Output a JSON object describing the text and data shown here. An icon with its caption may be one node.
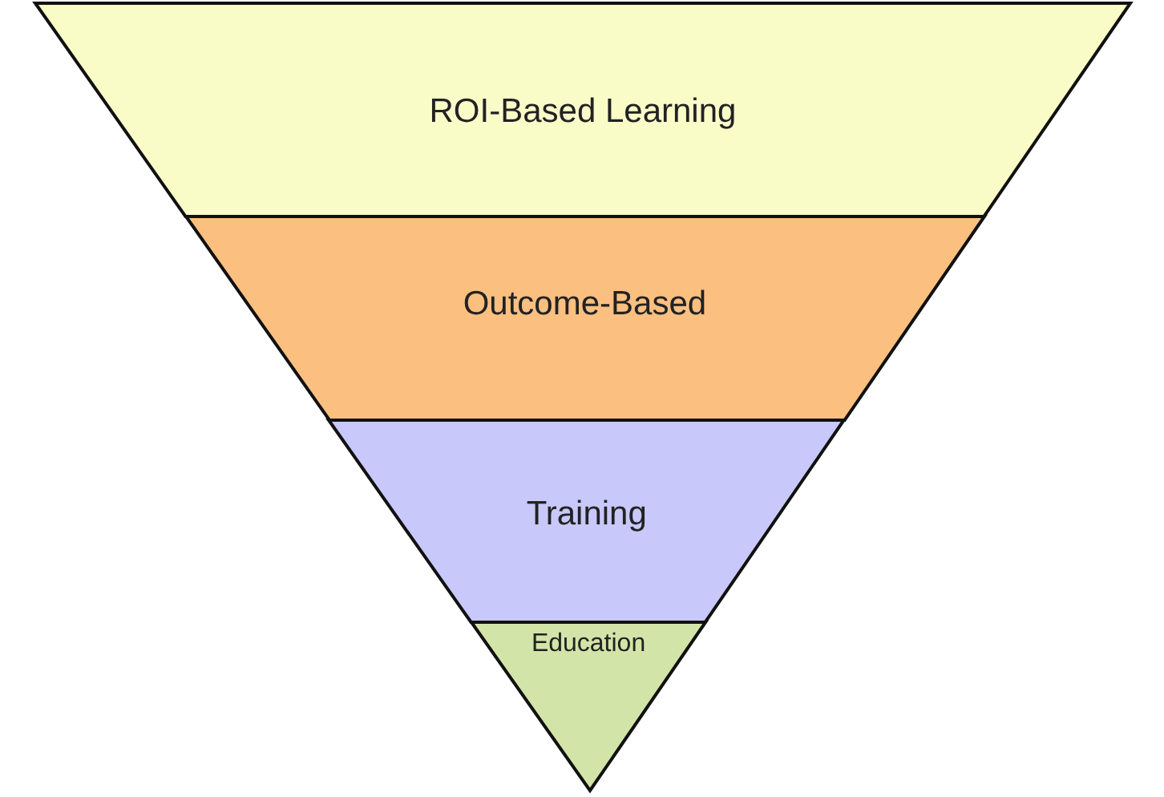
{
  "diagram": {
    "nodes": [
      {
        "text": [
          "ROI-Based Learning"
        ]
      },
      {
        "text": [
          "Outcome-Based"
        ]
      },
      {
        "text": [
          "Training"
        ]
      },
      {
        "text": [
          "Education"
        ]
      }
    ]
  }
}
